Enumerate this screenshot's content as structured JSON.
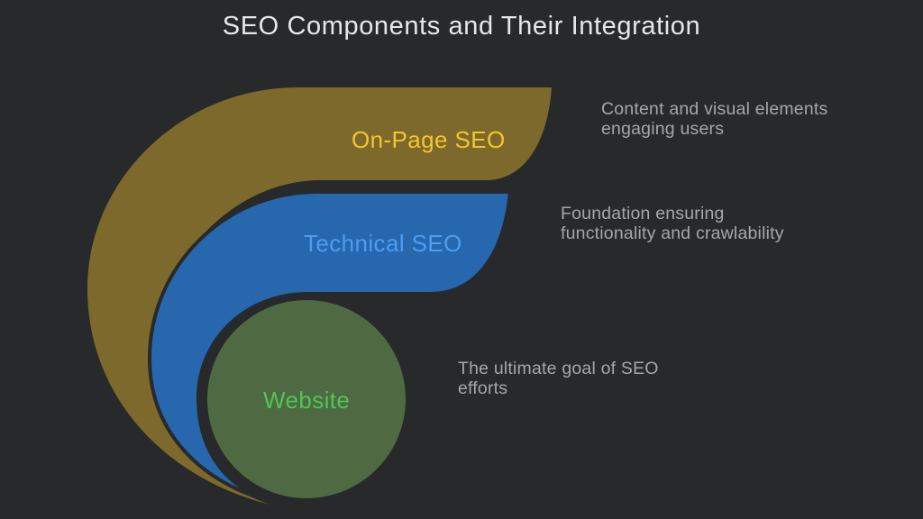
{
  "title": "SEO Components and Their Integration",
  "colors": {
    "background": "#27292b",
    "gold_shape": "#7d692b",
    "blue_shape": "#2767ae",
    "green_shape": "#4f6a43",
    "gold_label": "#f2c62e",
    "blue_label": "#4b9ef2",
    "green_label": "#4ec653",
    "title_text": "#e7e7e7",
    "annotation_text": "#a6a6a9"
  },
  "diagram": {
    "layers": [
      {
        "id": "on-page-seo",
        "label": "On-Page SEO",
        "description_lines": [
          "Content and visual elements",
          "engaging users"
        ]
      },
      {
        "id": "technical-seo",
        "label": "Technical SEO",
        "description_lines": [
          "Foundation ensuring",
          "functionality and crawlability"
        ]
      },
      {
        "id": "website",
        "label": "Website",
        "description_lines": [
          "The ultimate goal of SEO",
          "efforts"
        ]
      }
    ]
  }
}
